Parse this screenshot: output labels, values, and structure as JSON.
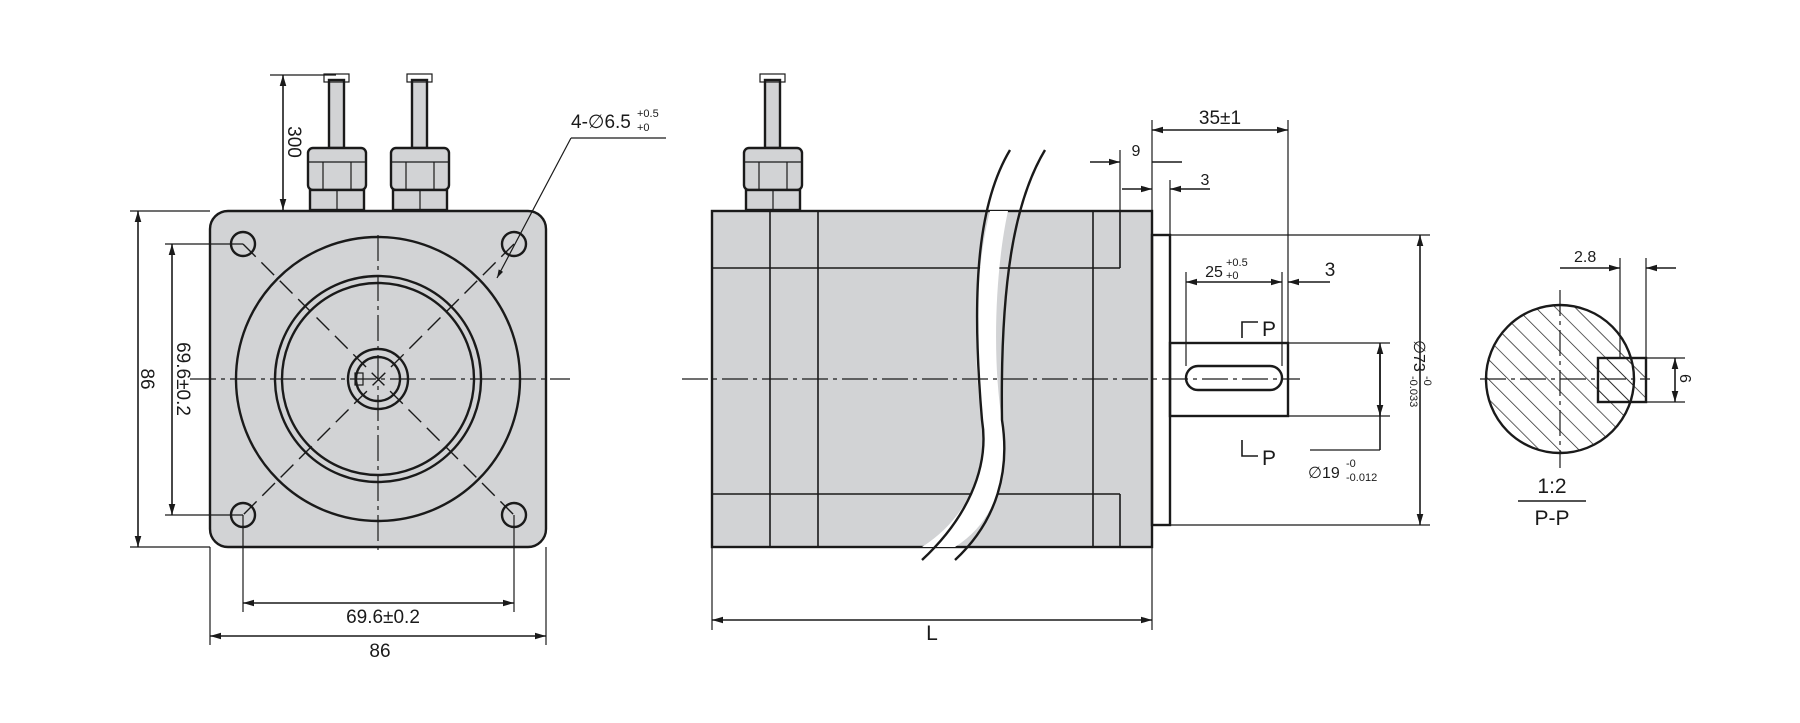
{
  "front_view": {
    "hole_callout_main": "4-∅6.5",
    "hole_callout_upper_tol": "+0.5",
    "hole_callout_lower_tol": "+0",
    "cable_length": "300",
    "overall_height": "86",
    "hole_spacing_vertical": "69.6±0.2",
    "hole_spacing_horizontal": "69.6±0.2",
    "overall_width": "86"
  },
  "side_view": {
    "shaft_extension": "35±1",
    "boss_dim_9": "9",
    "boss_dim_3": "3",
    "key_length_main": "25",
    "key_length_upper_tol": "+0.5",
    "key_length_lower_tol": "+0",
    "key_offset": "3",
    "section_mark_top": "P",
    "section_mark_bottom": "P",
    "pilot_diameter_main": "∅73",
    "pilot_diameter_upper_tol": "-0",
    "pilot_diameter_lower_tol": "-0.033",
    "shaft_diameter_main": "∅19",
    "shaft_diameter_upper_tol": "-0",
    "shaft_diameter_lower_tol": "-0.012",
    "body_length": "L"
  },
  "section_view": {
    "key_width_dim": "2.8",
    "key_height_dim": "6",
    "scale": "1:2",
    "section_label": "P-P"
  }
}
